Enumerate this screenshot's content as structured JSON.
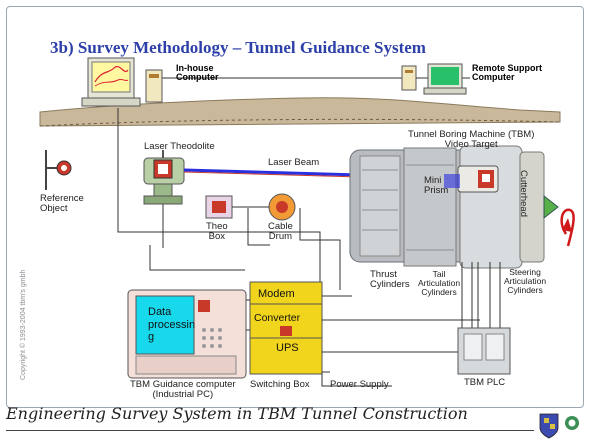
{
  "title": "3b) Survey Methodology – Tunnel Guidance System",
  "labels": {
    "inhouse_computer": "In-house\nComputer",
    "remote_support": "Remote Support\nComputer",
    "laser_theodolite": "Laser Theodolite",
    "laser_beam": "Laser Beam",
    "tbm_title": "Tunnel Boring Machine (TBM)\nVideo Target",
    "reference_object": "Reference\nObject",
    "theo_box": "Theo\nBox",
    "cable_drum": "Cable\nDrum",
    "mini_prism": "Mini\nPrism",
    "cutterhead": "Cutterhead",
    "thrust_cylinders": "Thrust\nCylinders",
    "tail_articulation": "Tail\nArticulation\nCylinders",
    "steering_articulation": "Steering\nArticulation\nCylinders",
    "modem": "Modem",
    "converter": "Converter",
    "ups": "UPS",
    "data_processing": "Data\nprocessin\ng",
    "tbm_guidance_computer": "TBM Guidance computer\n(Industrial PC)",
    "switching_box": "Switching Box",
    "power_supply": "Power Supply",
    "tbm_plc": "TBM PLC",
    "copyright": "Copyright © 1993-2004 tbm's gmbh"
  },
  "caption": "Engineering Survey System  in TBM Tunnel Construction",
  "colors": {
    "title": "#2d3fa8",
    "laser_beam": "#2a2fe0",
    "machine_grey": "#b8bcc0",
    "panel_yellow": "#f1d41c",
    "screen_cyan": "#18d8ec",
    "rotation_arrow": "#d0191b",
    "target_red": "#c8392a"
  },
  "icons": [
    "theodolite-icon",
    "computer-icon",
    "tower-icon",
    "prism-icon",
    "logo-shield-icon",
    "logo-ices-icon",
    "rotation-arrow-icon"
  ]
}
